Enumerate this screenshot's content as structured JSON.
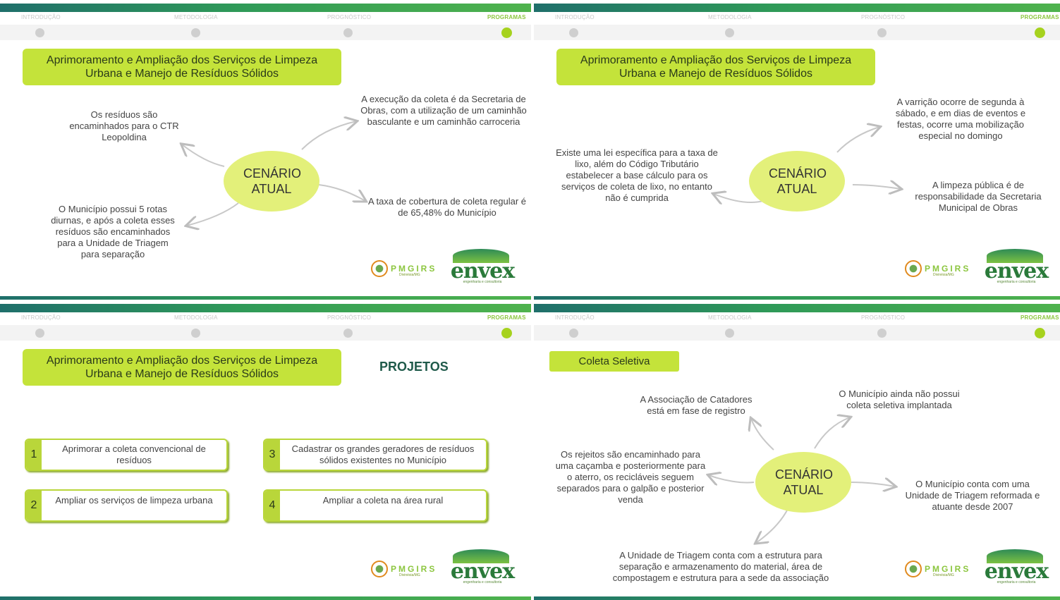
{
  "nav": [
    "INTRODUÇÃO",
    "METODOLOGIA",
    "PROGNÓSTICO",
    "PROGRAMAS"
  ],
  "brand": {
    "pmgirs": "PMGIRS",
    "pmgirs_sub": "Divinésia/MG",
    "envex": "envex",
    "envex_sub": "engenharia e consultoria"
  },
  "colors": {
    "accent": "#c4e33a",
    "center": "#e3f07a",
    "bar": "#2f9a58"
  },
  "slide1": {
    "title": "Aprimoramento e Ampliação dos Serviços de Limpeza Urbana e Manejo de Resíduos Sólidos",
    "center": "CENÁRIO ATUAL",
    "t1": "Os resíduos são encaminhados para o CTR Leopoldina",
    "t2": "A execução da coleta é da Secretaria de Obras, com a utilização de um caminhão basculante e um caminhão carroceria",
    "t3": "O Município possui 5 rotas diurnas, e após a coleta esses resíduos são encaminhados para a Unidade de Triagem para separação",
    "t4": "A taxa de cobertura de coleta regular é de 65,48% do Município"
  },
  "slide2": {
    "title": "Aprimoramento e Ampliação dos Serviços de Limpeza Urbana e Manejo de Resíduos Sólidos",
    "center": "CENÁRIO ATUAL",
    "t1": "A varrição ocorre de segunda à sábado, e em dias de eventos e festas, ocorre uma mobilização especial no domingo",
    "t2": "Existe uma lei específica para a taxa de lixo, além do Código Tributário estabelecer a base cálculo para os serviços de coleta de lixo, no entanto não é cumprida",
    "t3": "A limpeza pública é de responsabilidade da Secretaria Municipal de Obras"
  },
  "slide3": {
    "title": "Aprimoramento e Ampliação dos Serviços de Limpeza Urbana e Manejo de Resíduos Sólidos",
    "heading": "PROJETOS",
    "projects": [
      {
        "num": "1",
        "text": "Aprimorar a coleta convencional de resíduos"
      },
      {
        "num": "2",
        "text": "Ampliar os serviços de limpeza urbana"
      },
      {
        "num": "3",
        "text": "Cadastrar os grandes geradores de resíduos sólidos existentes no Município"
      },
      {
        "num": "4",
        "text": "Ampliar a coleta na área rural"
      }
    ]
  },
  "slide4": {
    "title": "Coleta Seletiva",
    "center": "CENÁRIO ATUAL",
    "t1": "A Associação de Catadores está em fase de registro",
    "t2": "O Município ainda não possui coleta seletiva implantada",
    "t3": "Os rejeitos são encaminhado para uma caçamba e posteriormente para o aterro, os recicláveis seguem separados para o galpão e posterior venda",
    "t4": "O Município conta com uma Unidade de Triagem reformada e atuante desde 2007",
    "t5": "A Unidade de Triagem conta com a estrutura para separação e armazenamento do material, área de compostagem e estrutura para a sede da associação"
  }
}
